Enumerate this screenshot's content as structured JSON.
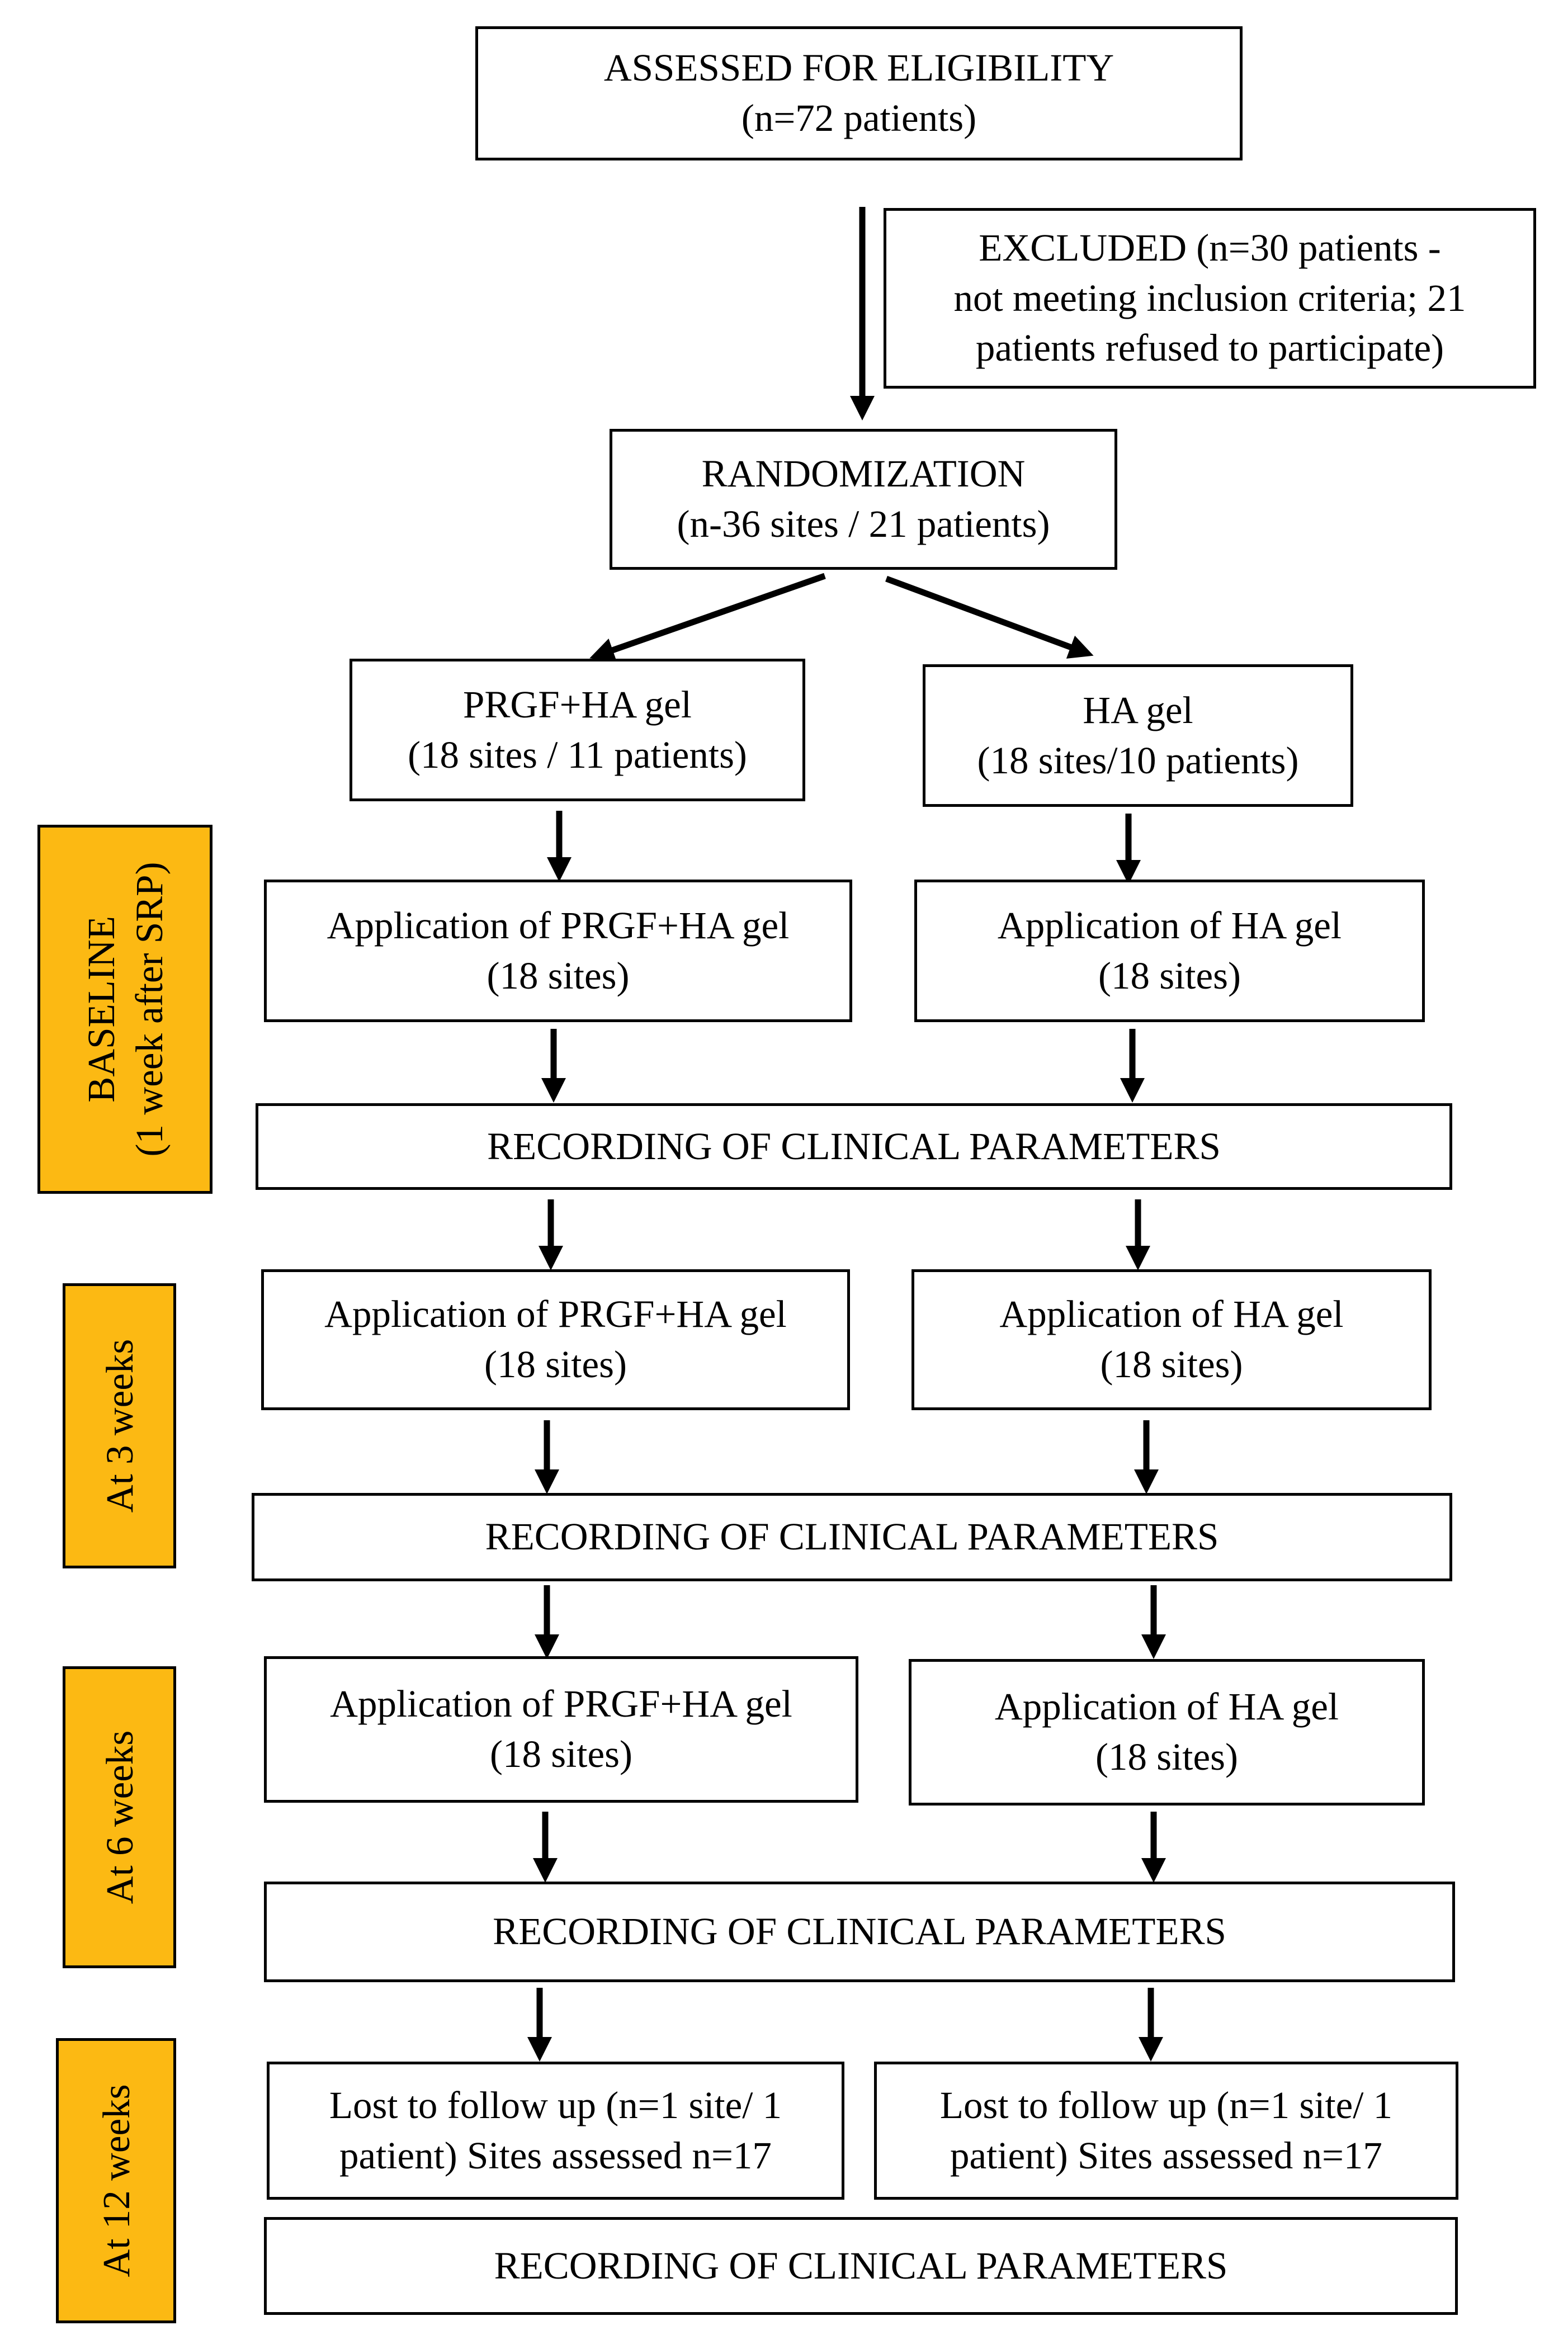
{
  "eligibility": {
    "line1": "ASSESSED FOR ELIGIBILITY",
    "line2": "(n=72 patients)"
  },
  "excluded": {
    "line1": "EXCLUDED (n=30 patients -",
    "line2": "not meeting inclusion criteria; 21",
    "line3": "patients refused to participate)"
  },
  "randomization": {
    "line1": "RANDOMIZATION",
    "line2": "(n-36 sites / 21 patients)"
  },
  "groups": {
    "left": {
      "line1": "PRGF+HA gel",
      "line2": "(18 sites / 11 patients)"
    },
    "right": {
      "line1": "HA gel",
      "line2": "(18 sites/10 patients)"
    }
  },
  "stages": [
    {
      "label_lines": [
        "BASELINE",
        "(1 week after SRP)"
      ],
      "left": {
        "line1": "Application of PRGF+HA gel",
        "line2": "(18 sites)"
      },
      "right": {
        "line1": "Application of HA gel",
        "line2": "(18 sites)"
      },
      "recording": "RECORDING OF CLINICAL PARAMETERS"
    },
    {
      "label_lines": [
        "At 3 weeks"
      ],
      "left": {
        "line1": "Application of PRGF+HA gel",
        "line2": "(18 sites)"
      },
      "right": {
        "line1": "Application of HA gel",
        "line2": "(18 sites)"
      },
      "recording": "RECORDING OF CLINICAL PARAMETERS"
    },
    {
      "label_lines": [
        "At 6 weeks"
      ],
      "left": {
        "line1": "Application of PRGF+HA gel",
        "line2": "(18 sites)"
      },
      "right": {
        "line1": "Application of HA gel",
        "line2": "(18 sites)"
      },
      "recording": "RECORDING OF CLINICAL PARAMETERS"
    },
    {
      "label_lines": [
        "At 12 weeks"
      ],
      "left": {
        "line1": "Lost to follow up (n=1 site/ 1",
        "line2": "patient) Sites assessed n=17"
      },
      "right": {
        "line1": "Lost to follow up (n=1 site/ 1",
        "line2": "patient) Sites assessed n=17"
      },
      "recording": "RECORDING OF CLINICAL PARAMETERS"
    }
  ],
  "colors": {
    "stage_label_fill": "#fcb913",
    "border": "#000000"
  }
}
